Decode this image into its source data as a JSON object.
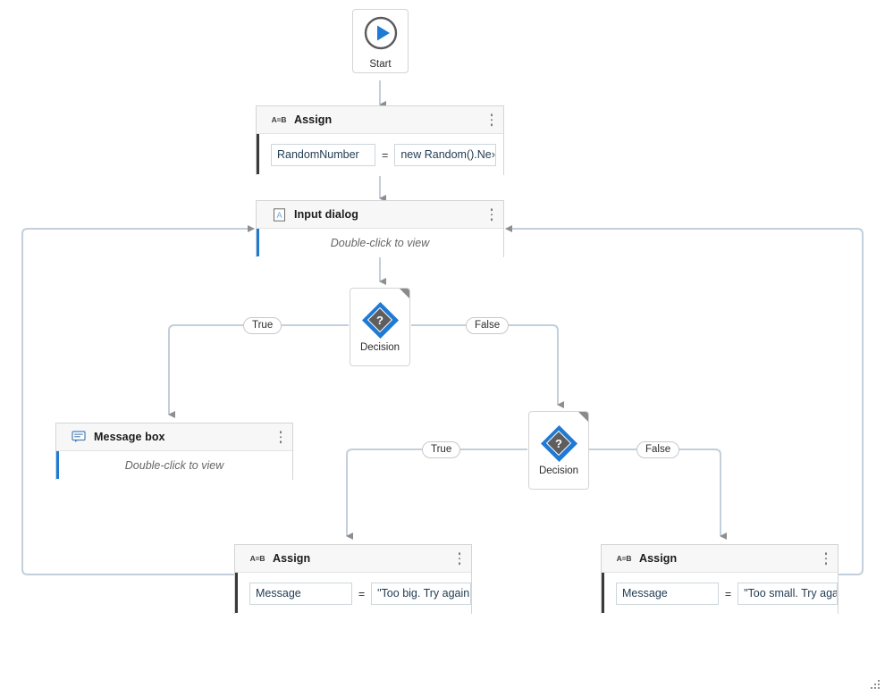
{
  "workflow": {
    "title": "Flowchart workflow designer",
    "colors": {
      "accent_blue": "#1f7ad4",
      "accent_dark": "#3a3a3a",
      "wire": "#c3cfdb",
      "arrow": "#8e8e8e",
      "header_bg": "#f7f7f7",
      "border": "#d4d4d4"
    },
    "nodes": {
      "start": {
        "label": "Start",
        "icon": "play-circle-icon"
      },
      "assign_random": {
        "title": "Assign",
        "icon": "a-equals-b-icon",
        "menu_icon": "kebab-menu-icon",
        "lhs": "RandomNumber",
        "operator": "=",
        "rhs": "new Random().Ne›"
      },
      "input_dialog": {
        "title": "Input dialog",
        "icon": "input-dialog-icon",
        "menu_icon": "kebab-menu-icon",
        "hint": "Double-click to view"
      },
      "decision_1": {
        "label": "Decision",
        "icon": "decision-question-icon",
        "corner_icon": "corner-marker-icon"
      },
      "decision_2": {
        "label": "Decision",
        "icon": "decision-question-icon",
        "corner_icon": "corner-marker-icon"
      },
      "message_box": {
        "title": "Message box",
        "icon": "message-bubble-icon",
        "menu_icon": "kebab-menu-icon",
        "hint": "Double-click to view"
      },
      "assign_too_big": {
        "title": "Assign",
        "icon": "a-equals-b-icon",
        "menu_icon": "kebab-menu-icon",
        "lhs": "Message",
        "operator": "=",
        "rhs": "\"Too big. Try again"
      },
      "assign_too_small": {
        "title": "Assign",
        "icon": "a-equals-b-icon",
        "menu_icon": "kebab-menu-icon",
        "lhs": "Message",
        "operator": "=",
        "rhs": "\"Too small. Try aga"
      }
    },
    "branches": {
      "d1_true": "True",
      "d1_false": "False",
      "d2_true": "True",
      "d2_false": "False"
    },
    "grip": {
      "icon": "resize-grip-icon"
    }
  }
}
